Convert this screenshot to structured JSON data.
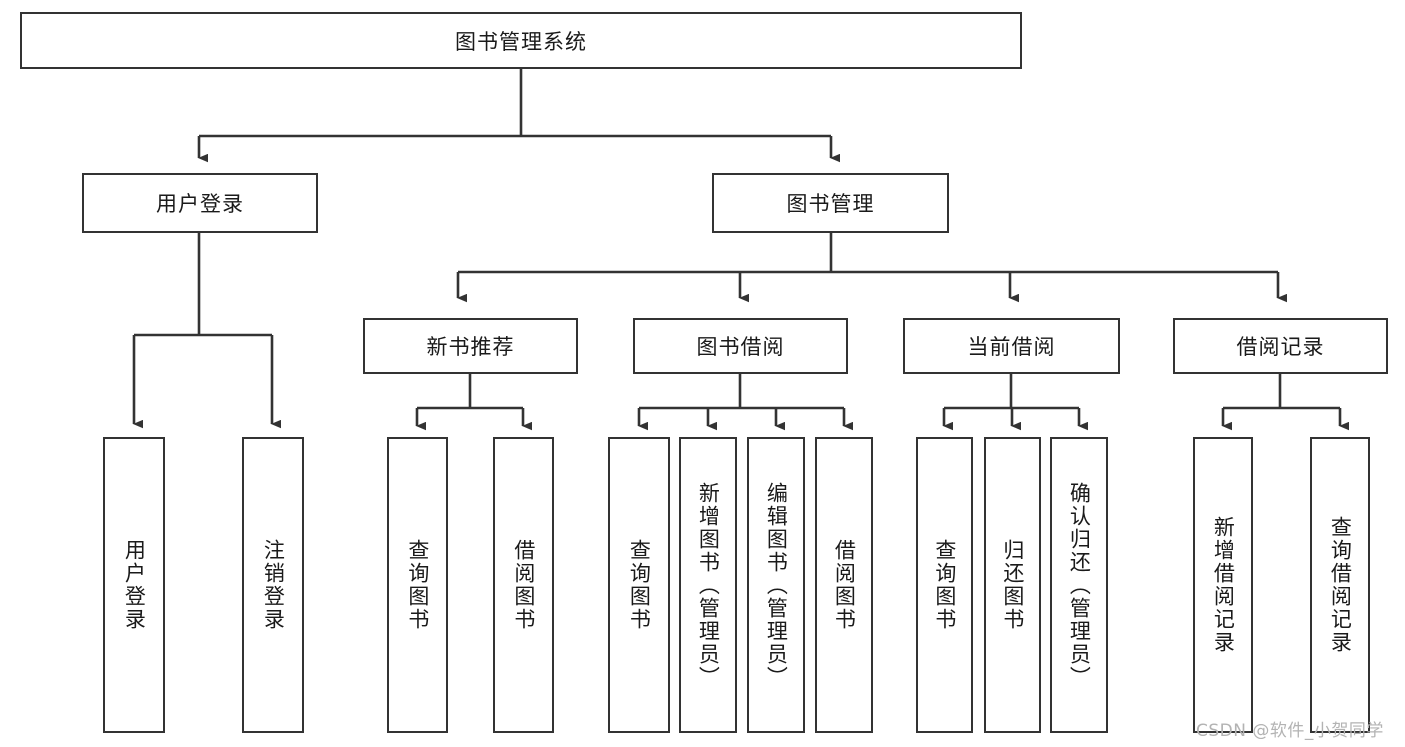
{
  "diagram": {
    "type": "tree",
    "orientation": "top-down",
    "title_node": "图书管理系统",
    "colors": {
      "stroke": "#333333",
      "fill": "#ffffff",
      "text": "#1a1a1a",
      "watermark": "#b3b3b3"
    },
    "root": {
      "label": "图书管理系统"
    },
    "level2": [
      {
        "label": "用户登录"
      },
      {
        "label": "图书管理"
      }
    ],
    "level3": [
      {
        "label": "新书推荐"
      },
      {
        "label": "图书借阅"
      },
      {
        "label": "当前借阅"
      },
      {
        "label": "借阅记录"
      }
    ],
    "leaves": {
      "user_login": [
        {
          "label": "用户登录"
        },
        {
          "label": "注销登录"
        }
      ],
      "new_book": [
        {
          "label": "查询图书"
        },
        {
          "label": "借阅图书"
        }
      ],
      "book_borrow": [
        {
          "label": "查询图书"
        },
        {
          "label": "新增图书（管理员）"
        },
        {
          "label": "编辑图书（管理员）"
        },
        {
          "label": "借阅图书"
        }
      ],
      "current_borrow": [
        {
          "label": "查询图书"
        },
        {
          "label": "归还图书"
        },
        {
          "label": "确认归还（管理员）"
        }
      ],
      "borrow_record": [
        {
          "label": "新增借阅记录"
        },
        {
          "label": "查询借阅记录"
        }
      ]
    }
  },
  "watermark": {
    "text": "CSDN @软件_小贺同学"
  }
}
